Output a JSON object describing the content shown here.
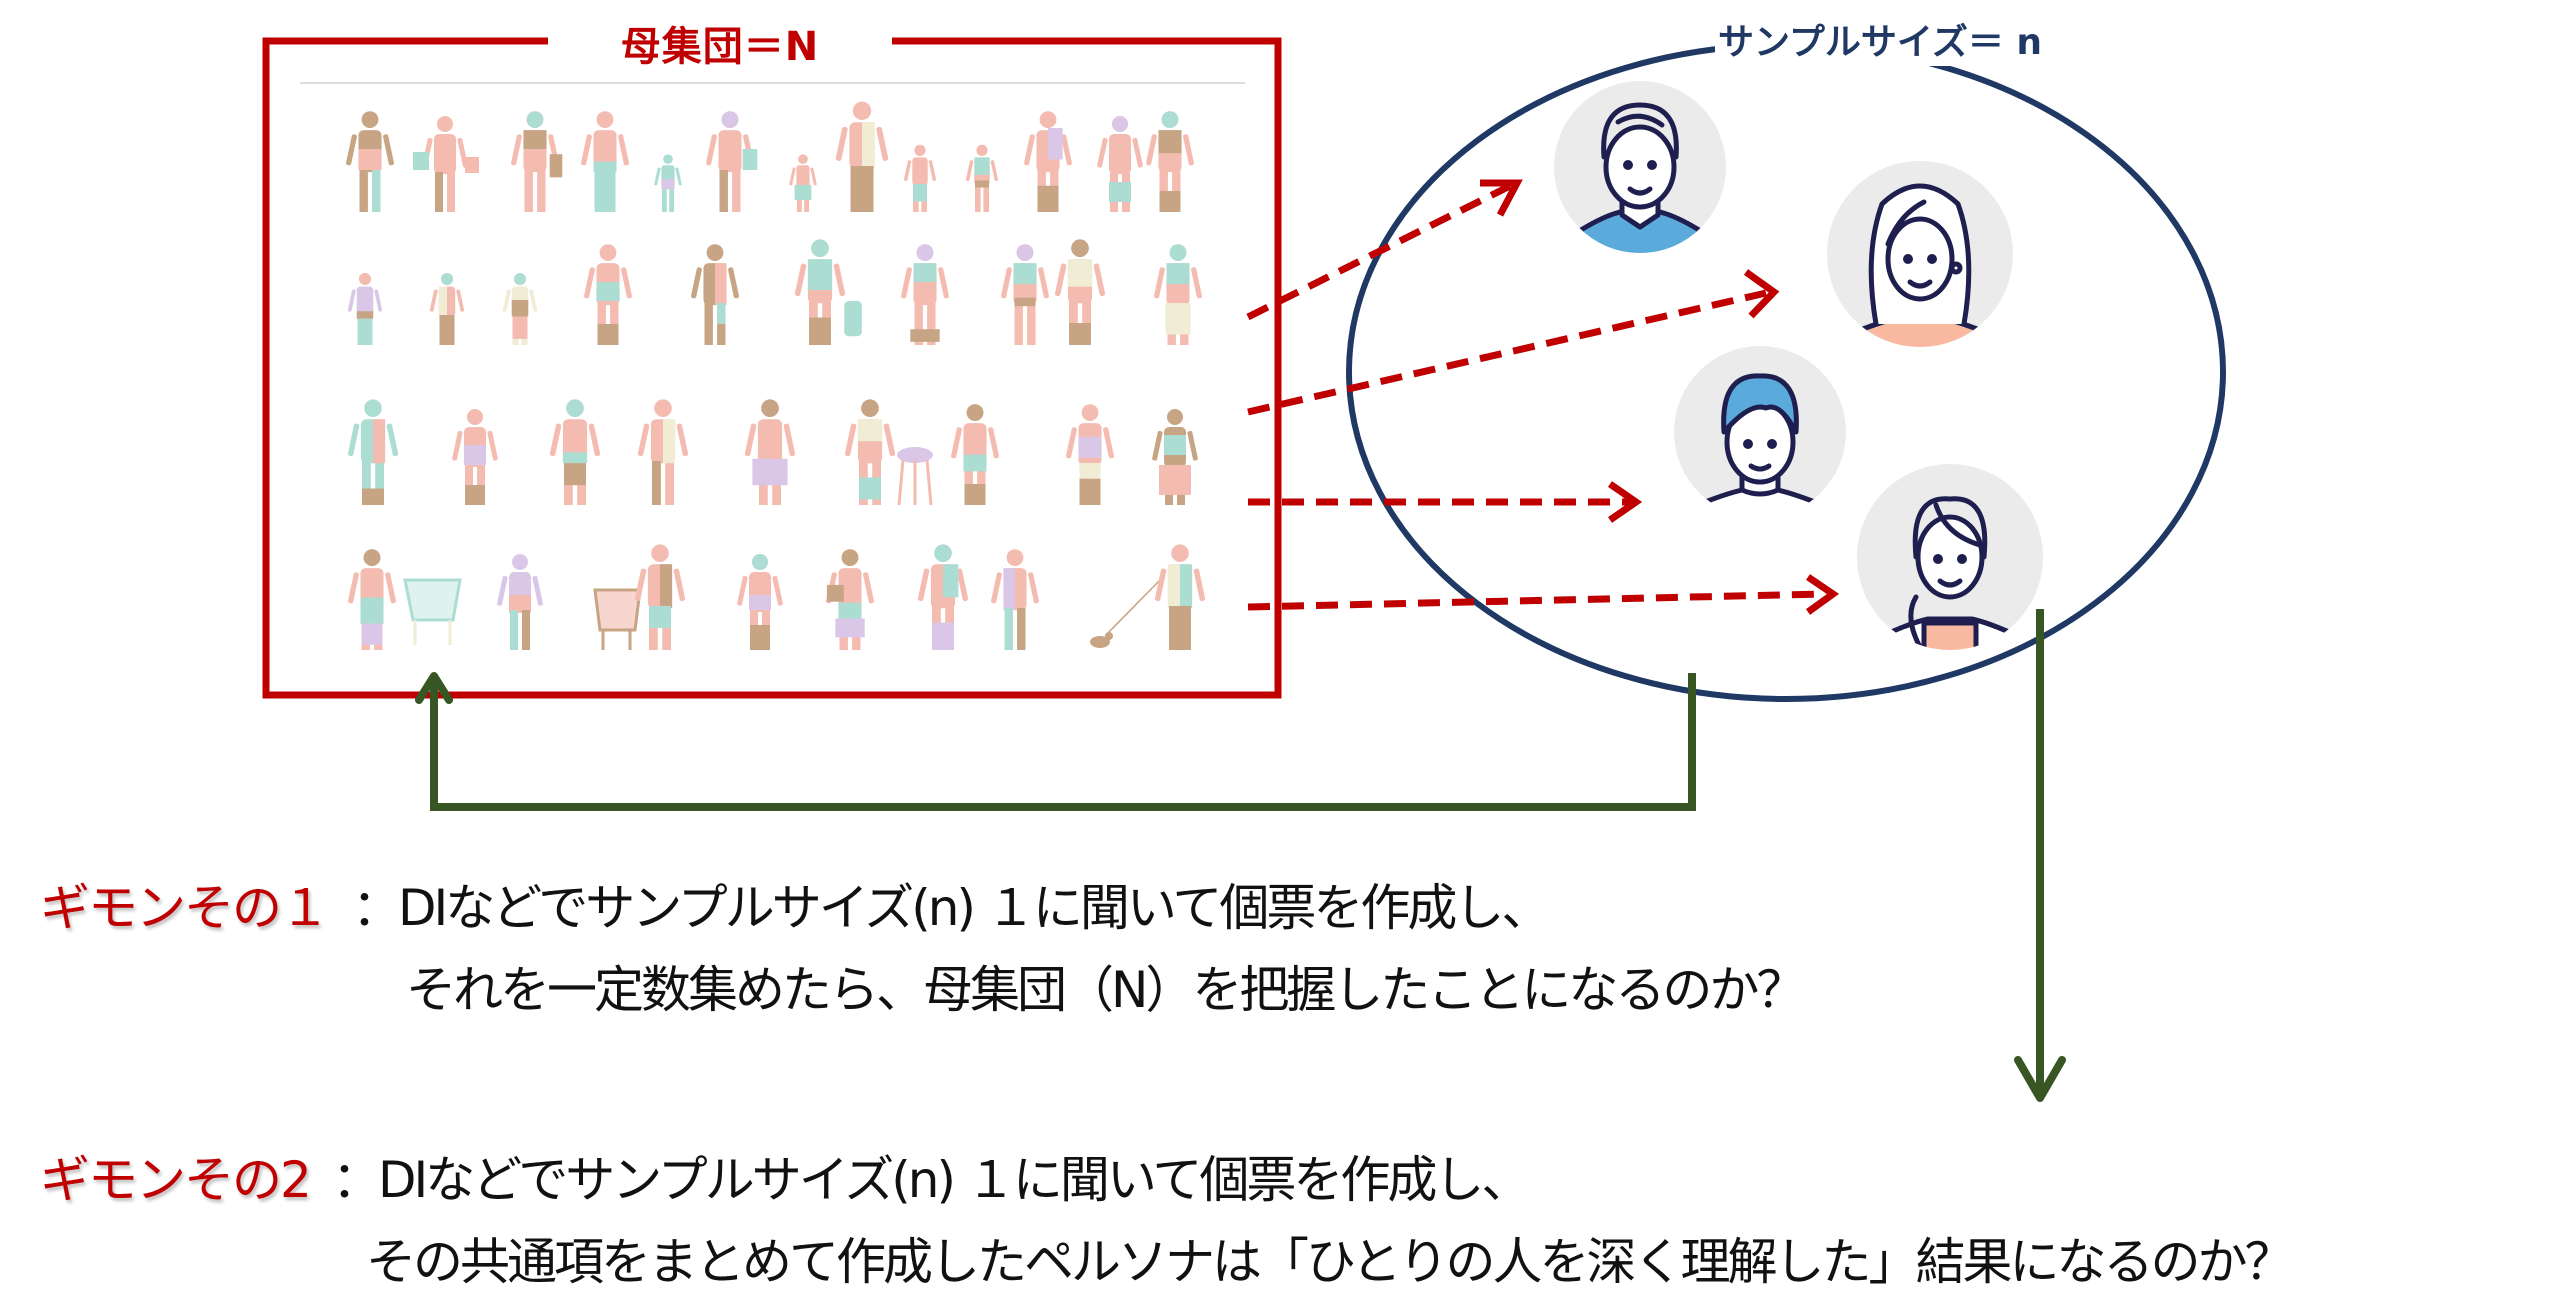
{
  "population": {
    "title": "母集団＝N",
    "frame_color": "#C00000",
    "figure_colors": [
      "#F4B8AD",
      "#A8DCD1",
      "#C4A07E",
      "#D9C5E6",
      "#F1EBD2"
    ],
    "rows": 4,
    "figures_per_row": [
      11,
      10,
      9,
      9
    ]
  },
  "sample": {
    "title": "サンプルサイズ＝ n",
    "ellipse_color": "#1F3864",
    "avatars": [
      {
        "id": "man-wavy-hair",
        "shirt_color": "#5BAADC"
      },
      {
        "id": "woman-long-hair",
        "shirt_color": "#F9B9A0"
      },
      {
        "id": "man-blue-hair",
        "shirt_color": "#FFFFFF"
      },
      {
        "id": "woman-ponytail",
        "shirt_color": "#F9B9A0"
      }
    ]
  },
  "arrows": {
    "dashed_color": "#C00000",
    "feedback_color": "#375623"
  },
  "questions": [
    {
      "label": "ギモンその１",
      "colon": "：",
      "line1": "DIなどでサンプルサイズ(n) １に聞いて個票を作成し、",
      "line2": "それを一定数集めたら、母集団（N）を把握したことになるのか？"
    },
    {
      "label": "ギモンその2",
      "colon": "：",
      "line1": "DIなどでサンプルサイズ(n) １に聞いて個票を作成し、",
      "line2": "その共通項をまとめて作成したペルソナは「ひとりの人を深く理解した」結果になるのか？"
    }
  ]
}
